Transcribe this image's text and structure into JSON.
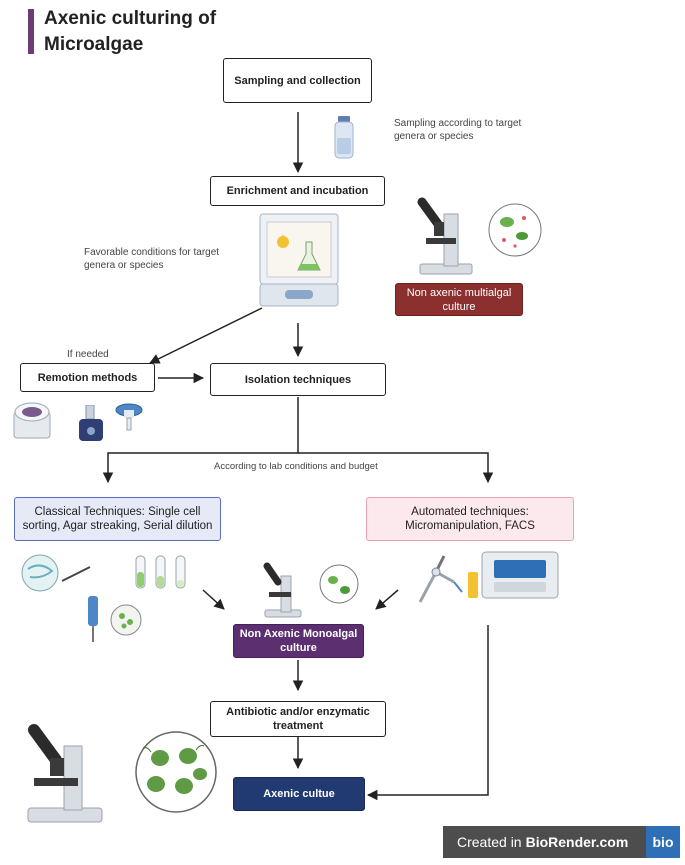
{
  "title": {
    "line1": "Axenic culturing of",
    "line2": "Microalgae"
  },
  "boxes": {
    "sampling": "Sampling and collection",
    "enrichment": "Enrichment and incubation",
    "non_axenic_multialgal": "Non axenic multialgal culture",
    "remotion": "Remotion methods",
    "isolation": "Isolation techniques",
    "classical": "Classical Techniques: Single cell sorting, Agar streaking, Serial dilution",
    "automated": "Automated techniques: Micromanipulation, FACS",
    "non_axenic_monoalgal": "Non Axenic Monoalgal culture",
    "antibiotic": "Antibiotic and/or enzymatic treatment",
    "axenic": "Axenic cultue"
  },
  "notes": {
    "sampling_note": "Sampling according to target genera or species",
    "favorable_note": "Favorable conditions for  target genera or species",
    "if_needed": "If needed",
    "according": "According to lab conditions and budget"
  },
  "badge": {
    "prefix": "Created in",
    "brand": "BioRender.com",
    "logo": "bio"
  },
  "icons": [
    "sample-bottle-icon",
    "incubator-icon",
    "microscope-icon",
    "centrifuge-icon",
    "vortex-icon",
    "syringe-filter-icon",
    "petri-dish-icon",
    "test-tubes-icon",
    "pipette-icon",
    "micromanipulator-icon",
    "flow-cytometer-icon"
  ],
  "colors": {
    "red": "#8b2f2f",
    "purple": "#5c2f70",
    "navy": "#223a72",
    "classical_bg": "#e6eaf6",
    "automated_bg": "#fbe9ee",
    "title_accent": "#6b3d74"
  }
}
